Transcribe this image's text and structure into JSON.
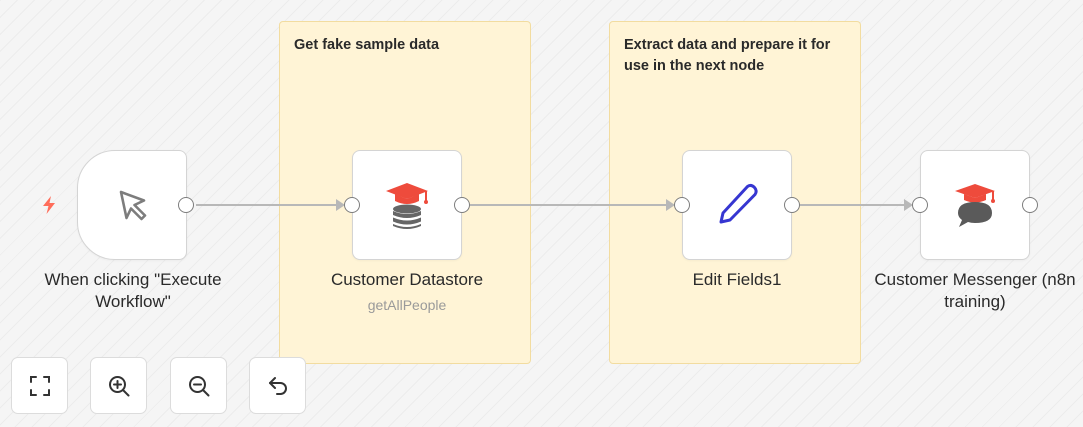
{
  "canvas": {
    "sticky_notes": [
      {
        "text": "Get fake sample data"
      },
      {
        "text": "Extract data and prepare it for use in the next node"
      }
    ],
    "nodes": [
      {
        "label": "When clicking \"Execute Workflow\"",
        "icon": "cursor-arrow-icon"
      },
      {
        "label": "Customer Datastore",
        "subtitle": "getAllPeople",
        "icon": "datastore-graduation-cap-icon"
      },
      {
        "label": "Edit Fields1",
        "icon": "pencil-icon"
      },
      {
        "label": "Customer Messenger (n8n training)",
        "icon": "messenger-graduation-cap-icon"
      }
    ]
  },
  "controls": [
    {
      "name": "zoom-to-fit",
      "icon": "fullscreen-icon"
    },
    {
      "name": "zoom-in",
      "icon": "zoom-in-icon"
    },
    {
      "name": "zoom-out",
      "icon": "zoom-out-icon"
    },
    {
      "name": "reset-zoom",
      "icon": "undo-icon"
    }
  ],
  "colors": {
    "sticky_bg": "#fff4d6",
    "edge": "#b8b8b8",
    "trigger_bolt": "#ff6d5a",
    "cap_red": "#ee4b3c",
    "pencil_blue": "#3636d1",
    "db_gray": "#666666"
  }
}
